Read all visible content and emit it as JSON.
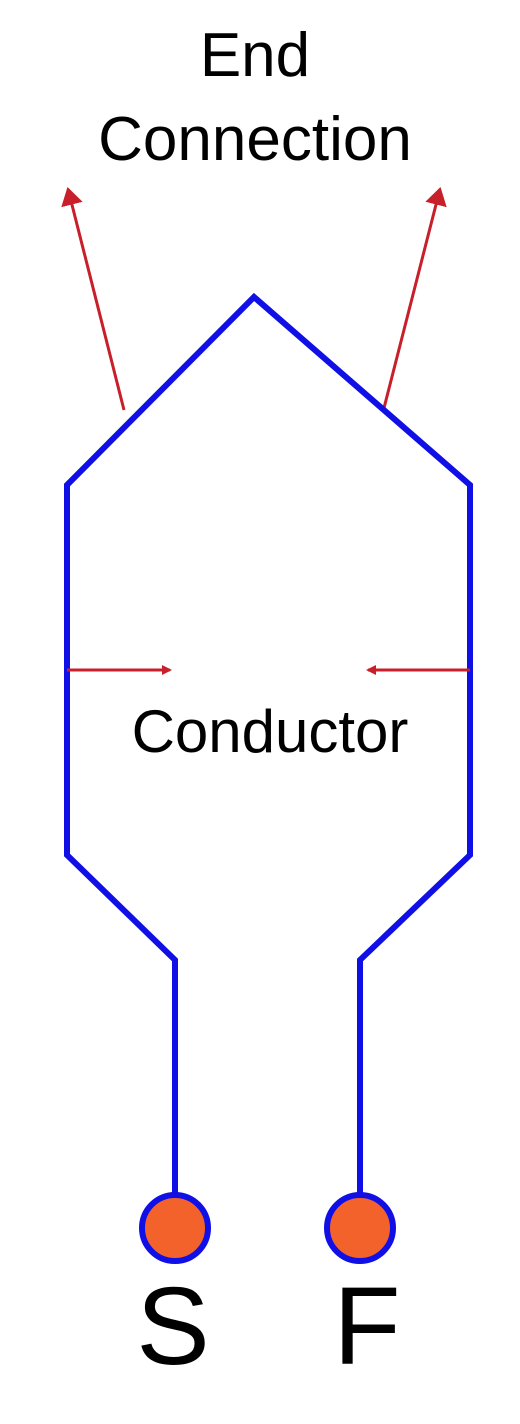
{
  "labels": {
    "end_connection_line1": "End",
    "end_connection_line2": "Connection",
    "conductor": "Conductor",
    "start_terminal": "S",
    "finish_terminal": "F"
  },
  "colors": {
    "coil": "#1010e6",
    "arrow": "#c8202a",
    "terminal_fill": "#f2622a",
    "terminal_stroke": "#1010e6",
    "text": "#000000"
  }
}
